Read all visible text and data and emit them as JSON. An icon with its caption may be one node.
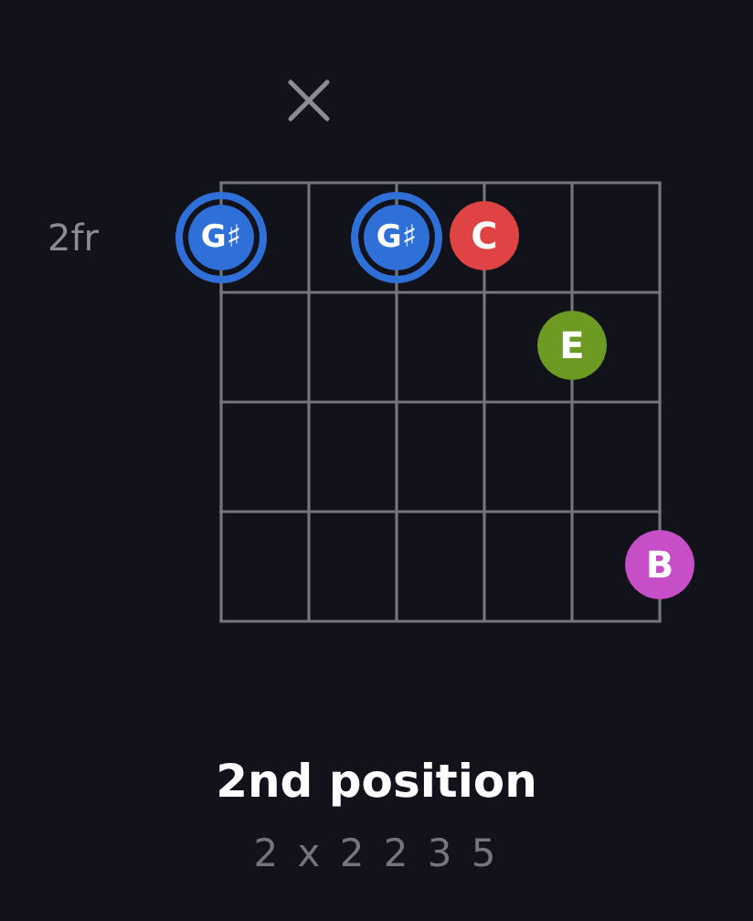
{
  "diagram": {
    "title": "2nd position",
    "caption": "2 x 2 2 3 5",
    "nodes": [
      {
        "text": [
          "G♯"
        ]
      },
      {
        "text": [
          "G♯"
        ]
      },
      {
        "text": [
          "C"
        ]
      },
      {
        "text": [
          "E"
        ]
      },
      {
        "text": [
          "B"
        ]
      }
    ],
    "labels": [
      "2fr"
    ]
  }
}
